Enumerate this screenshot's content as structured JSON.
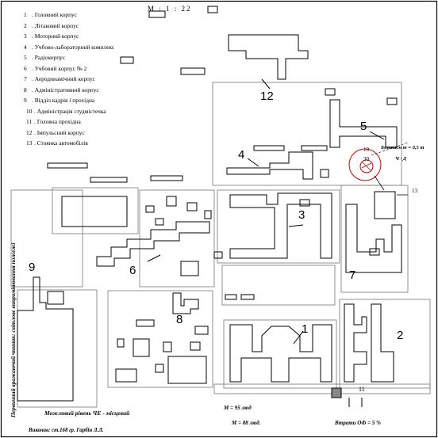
{
  "scale_label": "М : 1 : 22",
  "legend": [
    {
      "num": "1",
      "label": ". Головний корпус"
    },
    {
      "num": "2",
      "label": ". Літаковий корпус"
    },
    {
      "num": "3",
      "label": ". Моторний корпус"
    },
    {
      "num": "4",
      "label": ". Учбово-лабораторний комплекс"
    },
    {
      "num": "5",
      "label": ". Радіокорпус"
    },
    {
      "num": "6",
      "label": ". Учбовий корпус № 2"
    },
    {
      "num": "7",
      "label": ". Аеродинамічний корпус"
    },
    {
      "num": "8",
      "label": ". Адміністративний корпус"
    },
    {
      "num": "9",
      "label": ". Відділ кадрів і прохідна"
    },
    {
      "num": "10",
      "label": ". Адміністрація студмістечка"
    },
    {
      "num": "11",
      "label": ". Головна прохідна"
    },
    {
      "num": "12",
      "label": ". Імпульсний корпус"
    },
    {
      "num": "13",
      "label": ". Стоянка автомобілів"
    }
  ],
  "building_numbers": [
    "12",
    "5",
    "4",
    "3",
    "6",
    "7",
    "9",
    "8",
    "1",
    "2",
    "11",
    "10",
    "30",
    "13"
  ],
  "hazard_zone": {
    "label": "Безопасн т = 0,5 т",
    "sublabel": "Ч · Д"
  },
  "vertical_note": "Первинний вражаючий чинник: світлове випромінювання пожежі",
  "footer": {
    "left_label": "Можливий рівень ЧЕ - місцевий",
    "bottom_left": "Виконав: ст.168 гр. Гарбін Л.Л.",
    "m_label": "М",
    "m_value": "= 95 люд",
    "m2_label": "М",
    "m2_value": "= 88 люд.",
    "right_label": "Втрати ОФ = 5 %"
  }
}
